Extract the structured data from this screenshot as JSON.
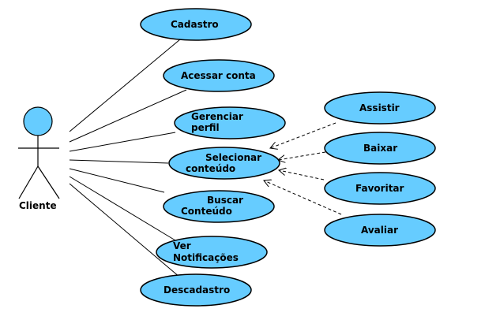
{
  "colors": {
    "ellipse_fill": "#66CCFF",
    "stroke": "#000000",
    "background": "#FFFFFF"
  },
  "actor": {
    "label": "Cliente"
  },
  "use_cases": {
    "cadastro": [
      "Cadastro"
    ],
    "acessar": [
      "Acessar conta"
    ],
    "gerenciar": [
      "Gerenciar",
      "perfil"
    ],
    "selecionar": [
      "Selecionar",
      "conteúdo"
    ],
    "buscar": [
      "Buscar",
      "Conteúdo"
    ],
    "notificacoes": [
      "Ver",
      "Notificações"
    ],
    "descadastro": [
      "Descadastro"
    ],
    "assistir": [
      "Assistir"
    ],
    "baixar": [
      "Baixar"
    ],
    "favoritar": [
      "Favoritar"
    ],
    "avaliar": [
      "Avaliar"
    ]
  }
}
